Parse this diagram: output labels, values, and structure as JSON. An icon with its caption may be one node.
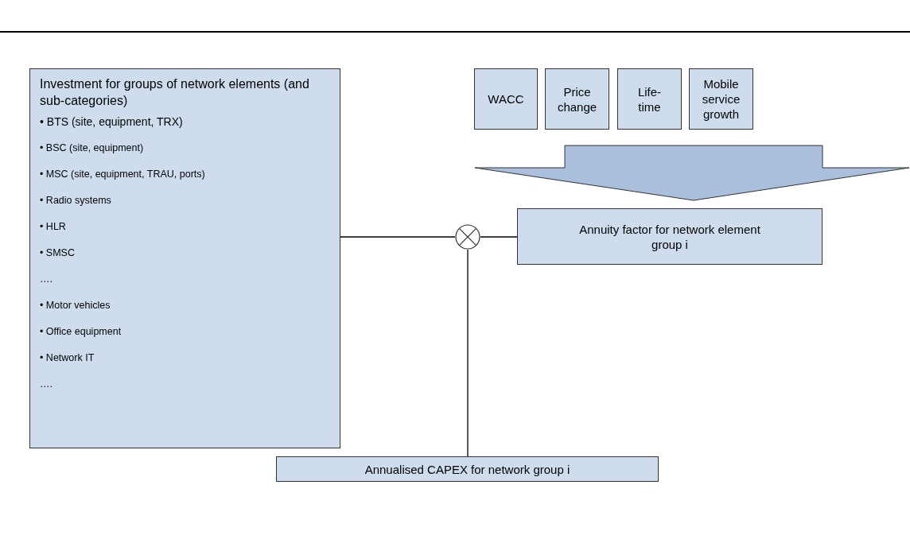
{
  "diagram": {
    "nodes": [
      {
        "text": [
          "Investment for groups of network elements (and sub-categories)",
          "• BTS (site, equipment, TRX)",
          "• BSC (site, equipment)",
          "• MSC (site, equipment, TRAU, ports)",
          "• Radio systems",
          "• HLR",
          "• SMSC",
          "….",
          "• Motor vehicles",
          "• Office equipment",
          "• Network IT",
          "…."
        ]
      },
      {
        "text": [
          "WACC"
        ]
      },
      {
        "text": [
          "Price change"
        ]
      },
      {
        "text": [
          "Life-time"
        ]
      },
      {
        "text": [
          "Mobile service growth"
        ]
      },
      {
        "text": [
          "Annuity factor for network element group i"
        ]
      },
      {
        "text": [],
        "shape": "circle"
      },
      {
        "text": [
          "Annualised CAPEX for network group i"
        ]
      }
    ],
    "edges": [
      {
        "from": 1,
        "to": 5,
        "arrow": "to"
      },
      {
        "from": 2,
        "to": 5,
        "arrow": "to"
      },
      {
        "from": 3,
        "to": 5,
        "arrow": "to"
      },
      {
        "from": 4,
        "to": 5,
        "arrow": "to"
      },
      {
        "from": 0,
        "to": 6,
        "arrow": "none"
      },
      {
        "from": 6,
        "to": 5,
        "arrow": "none"
      },
      {
        "from": 6,
        "to": 7,
        "arrow": "none"
      }
    ]
  }
}
